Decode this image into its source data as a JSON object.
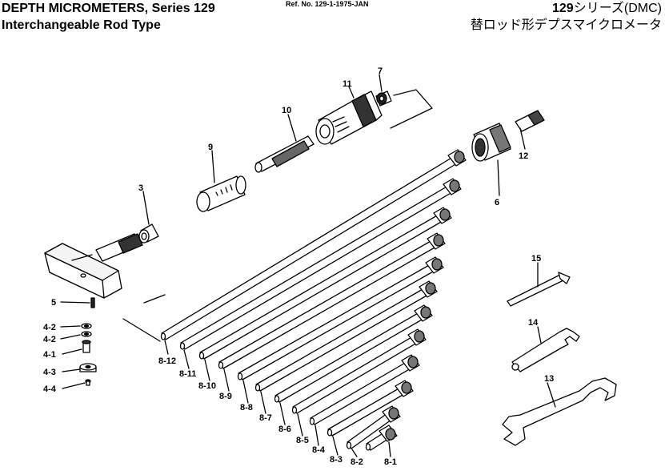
{
  "header": {
    "title_line1": "DEPTH MICROMETERS,  Series 129",
    "title_line2": "Interchangeable Rod Type",
    "ref": "Ref. No. 129-1-1975-JAN",
    "jp_series_num": "129",
    "jp_series_suffix": "シリーズ(DMC)",
    "jp_subtitle": "替ロッド形デプスマイクロメータ"
  },
  "labels": {
    "p7": "7",
    "p11": "11",
    "p10": "10",
    "p9": "9",
    "p3": "3",
    "p6": "6",
    "p12": "12",
    "p5": "5",
    "p4_2a": "4-2",
    "p4_2b": "4-2",
    "p4_1": "4-1",
    "p4_3": "4-3",
    "p4_4": "4-4",
    "p15": "15",
    "p14": "14",
    "p13": "13",
    "r8_12": "8-12",
    "r8_11": "8-11",
    "r8_10": "8-10",
    "r8_9": "8-9",
    "r8_8": "8-8",
    "r8_7": "8-7",
    "r8_6": "8-6",
    "r8_5": "8-5",
    "r8_4": "8-4",
    "r8_3": "8-3",
    "r8_2": "8-2",
    "r8_1": "8-1"
  }
}
